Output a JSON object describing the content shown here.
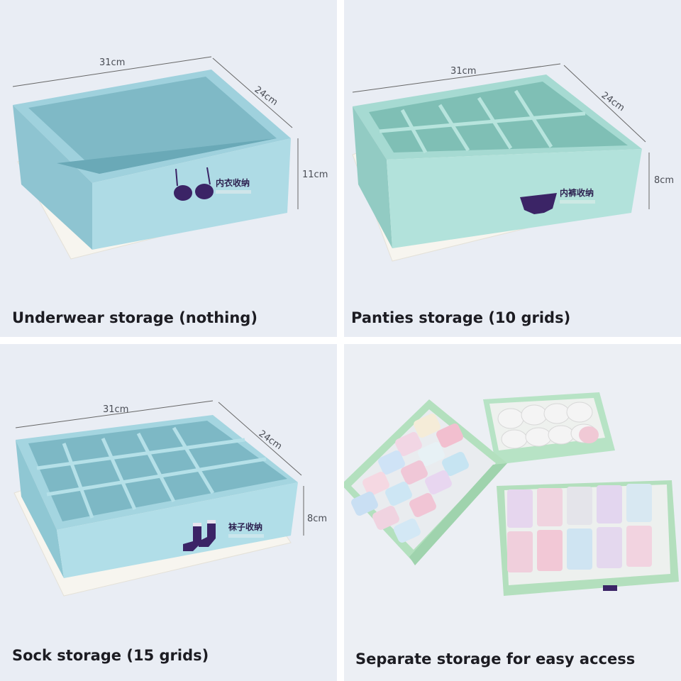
{
  "panels": [
    {
      "caption": "Underwear storage (nothing)",
      "dims": {
        "length": "31cm",
        "width": "24cm",
        "height": "11cm"
      },
      "box_label": "内衣收纳",
      "icon": "bra-icon",
      "grids": 0
    },
    {
      "caption": "Panties storage (10 grids)",
      "dims": {
        "length": "31cm",
        "width": "24cm",
        "height": "8cm"
      },
      "box_label": "内裤收纳",
      "icon": "panties-icon",
      "grids": 10
    },
    {
      "caption": "Sock storage (15 grids)",
      "dims": {
        "length": "31cm",
        "width": "24cm",
        "height": "8cm"
      },
      "box_label": "袜子收纳",
      "icon": "socks-icon",
      "grids": 15
    },
    {
      "caption": "Separate storage for easy access",
      "icon": "filled-boxes-photo"
    }
  ],
  "colors": {
    "box_blue": "#a9d8e2",
    "box_green": "#b3e0c0",
    "icon_purple": "#3b2466"
  }
}
